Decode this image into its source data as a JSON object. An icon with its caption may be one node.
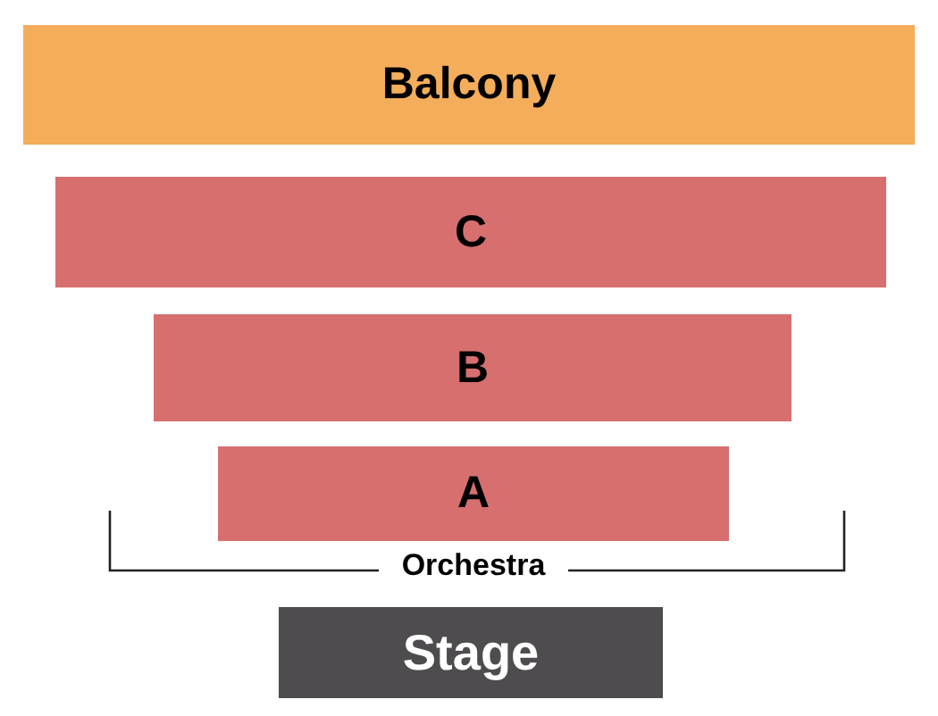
{
  "diagram": {
    "nodes": [
      {
        "text": [
          "Balcony"
        ]
      },
      {
        "text": [
          "C"
        ]
      },
      {
        "text": [
          "B"
        ]
      },
      {
        "text": [
          "A"
        ]
      },
      {
        "text": [
          "Stage"
        ]
      }
    ],
    "labels": [
      "Orchestra"
    ]
  }
}
